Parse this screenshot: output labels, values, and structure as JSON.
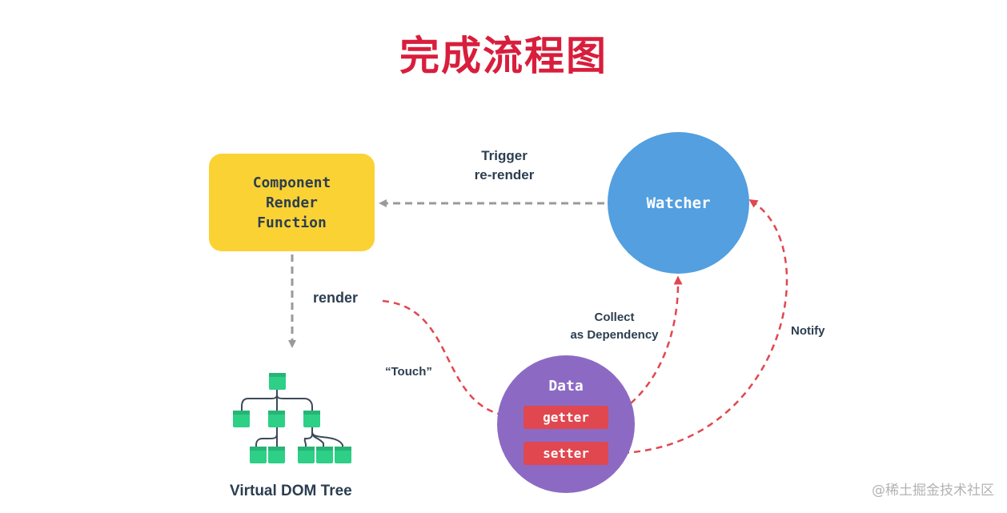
{
  "title": "完成流程图",
  "nodes": {
    "component": [
      "Component",
      "Render",
      "Function"
    ],
    "watcher": "Watcher",
    "data": {
      "title": "Data",
      "getter": "getter",
      "setter": "setter"
    },
    "vdom_label": "Virtual DOM Tree"
  },
  "edges": {
    "trigger": [
      "Trigger",
      "re-render"
    ],
    "render": "render",
    "touch": "“Touch”",
    "collect": [
      "Collect",
      "as Dependency"
    ],
    "notify": "Notify"
  },
  "colors": {
    "title": "#d81e3c",
    "component": "#fbd234",
    "watcher": "#539fdf",
    "data": "#8c6ac4",
    "pill": "#e0474f",
    "tree": "#2ecf86",
    "gray_arrow": "#9a9a9a",
    "red_arrow": "#e0474f"
  },
  "watermark": "@稀土掘金技术社区"
}
